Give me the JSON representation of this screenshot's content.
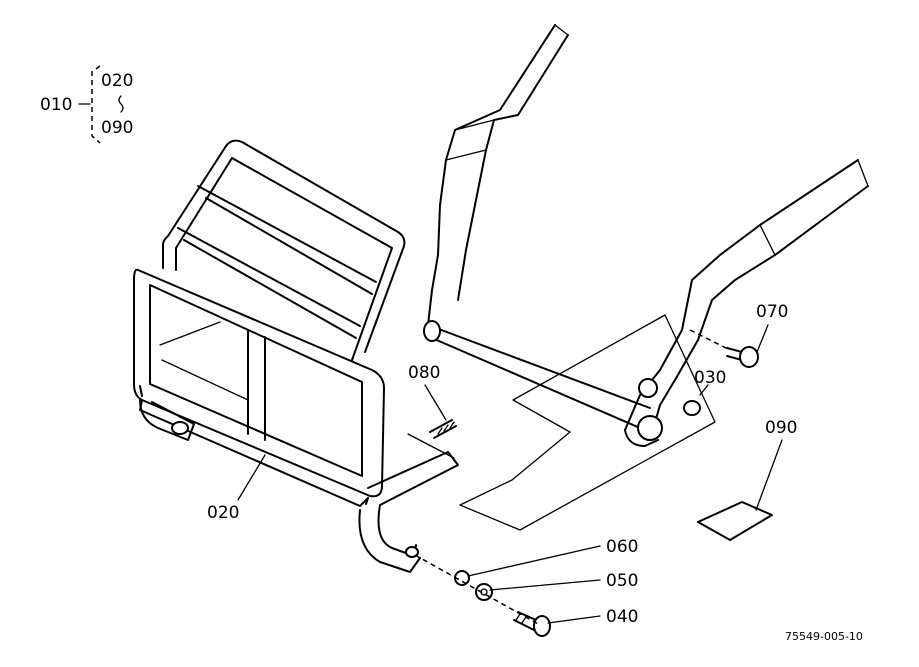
{
  "group_bracket": {
    "parent": "010",
    "range_start": "020",
    "range_end": "090"
  },
  "callouts": [
    {
      "id": "020"
    },
    {
      "id": "030"
    },
    {
      "id": "040"
    },
    {
      "id": "050"
    },
    {
      "id": "060"
    },
    {
      "id": "070"
    },
    {
      "id": "080"
    },
    {
      "id": "090"
    }
  ],
  "figure_code": "75549-005-10"
}
